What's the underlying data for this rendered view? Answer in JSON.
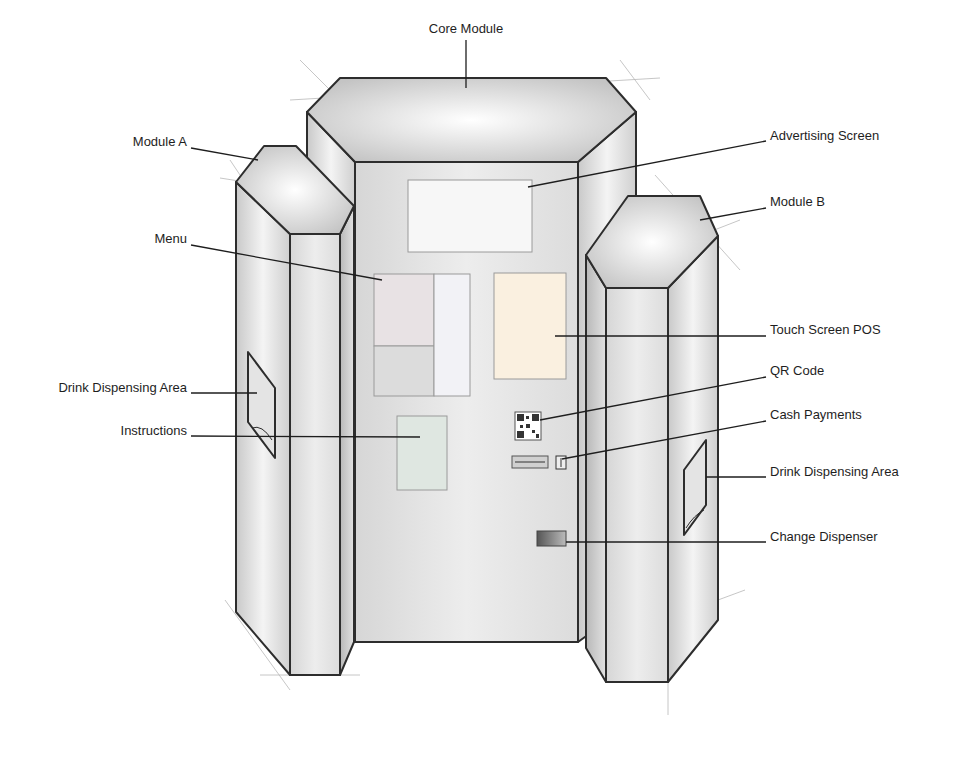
{
  "diagram": {
    "labels": [
      "Core Module",
      "Module A",
      "Advertising Screen",
      "Module B",
      "Menu",
      "Touch Screen POS",
      "QR Code",
      "Drink Dispensing Area",
      "Cash Payments",
      "Instructions",
      "Drink Dispensing Area",
      "Change Dispenser"
    ]
  }
}
